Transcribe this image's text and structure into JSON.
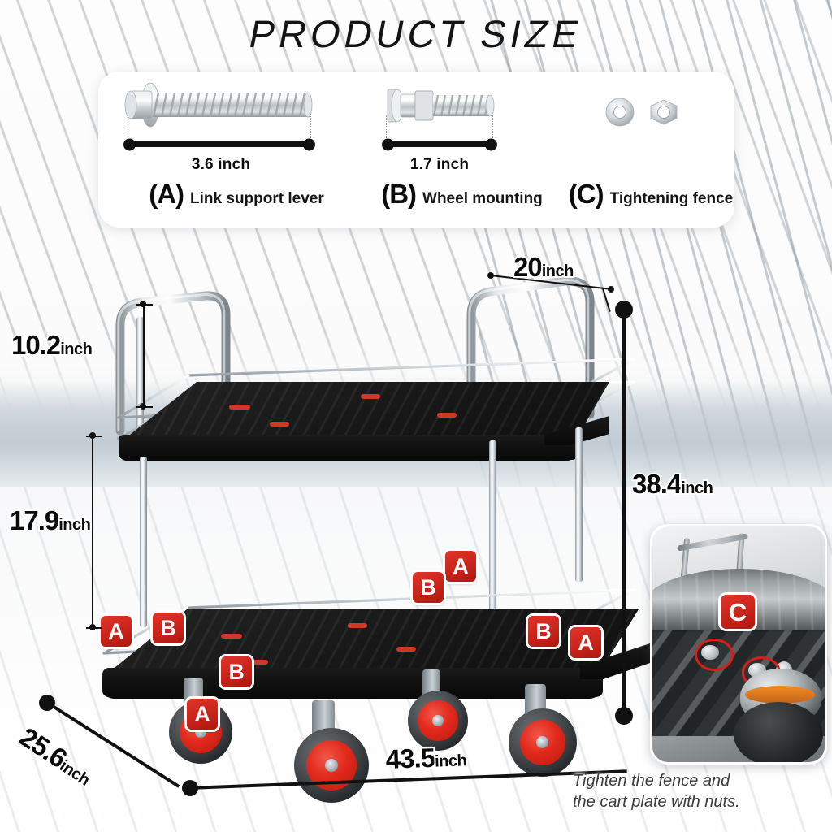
{
  "title": "PRODUCT SIZE",
  "parts_card": {
    "items": [
      {
        "letter": "(A)",
        "desc": "Link support lever",
        "measure": "3.6 inch",
        "icon": "flat-head-bolt-icon"
      },
      {
        "letter": "(B)",
        "desc": "Wheel mounting",
        "measure": "1.7 inch",
        "icon": "hex-shoulder-bolt-icon"
      },
      {
        "letter": "(C)",
        "desc": "Tightening fence",
        "measure": "",
        "icon": "washer-and-nut-icon"
      }
    ]
  },
  "dimensions": {
    "handle_height": {
      "num": "10.2",
      "unit": "inch"
    },
    "shelf_height": {
      "num": "17.9",
      "unit": "inch"
    },
    "depth_top": {
      "num": "20",
      "unit": "inch"
    },
    "total_height": {
      "num": "38.4",
      "unit": "inch"
    },
    "depth_base": {
      "num": "25.6",
      "unit": "inch"
    },
    "length_base": {
      "num": "43.5",
      "unit": "inch"
    }
  },
  "badges": {
    "a": "A",
    "b": "B",
    "c": "C"
  },
  "inset": {
    "caption_line1": "Tighten the fence and",
    "caption_line2": "the cart plate with nuts.",
    "badge": "C"
  },
  "colors": {
    "badge_red": "#c8241b",
    "wheel_red": "#e2291c",
    "deck_black": "#121212",
    "chrome": "#d2d6d9",
    "text_dark": "#0a0a0a"
  }
}
